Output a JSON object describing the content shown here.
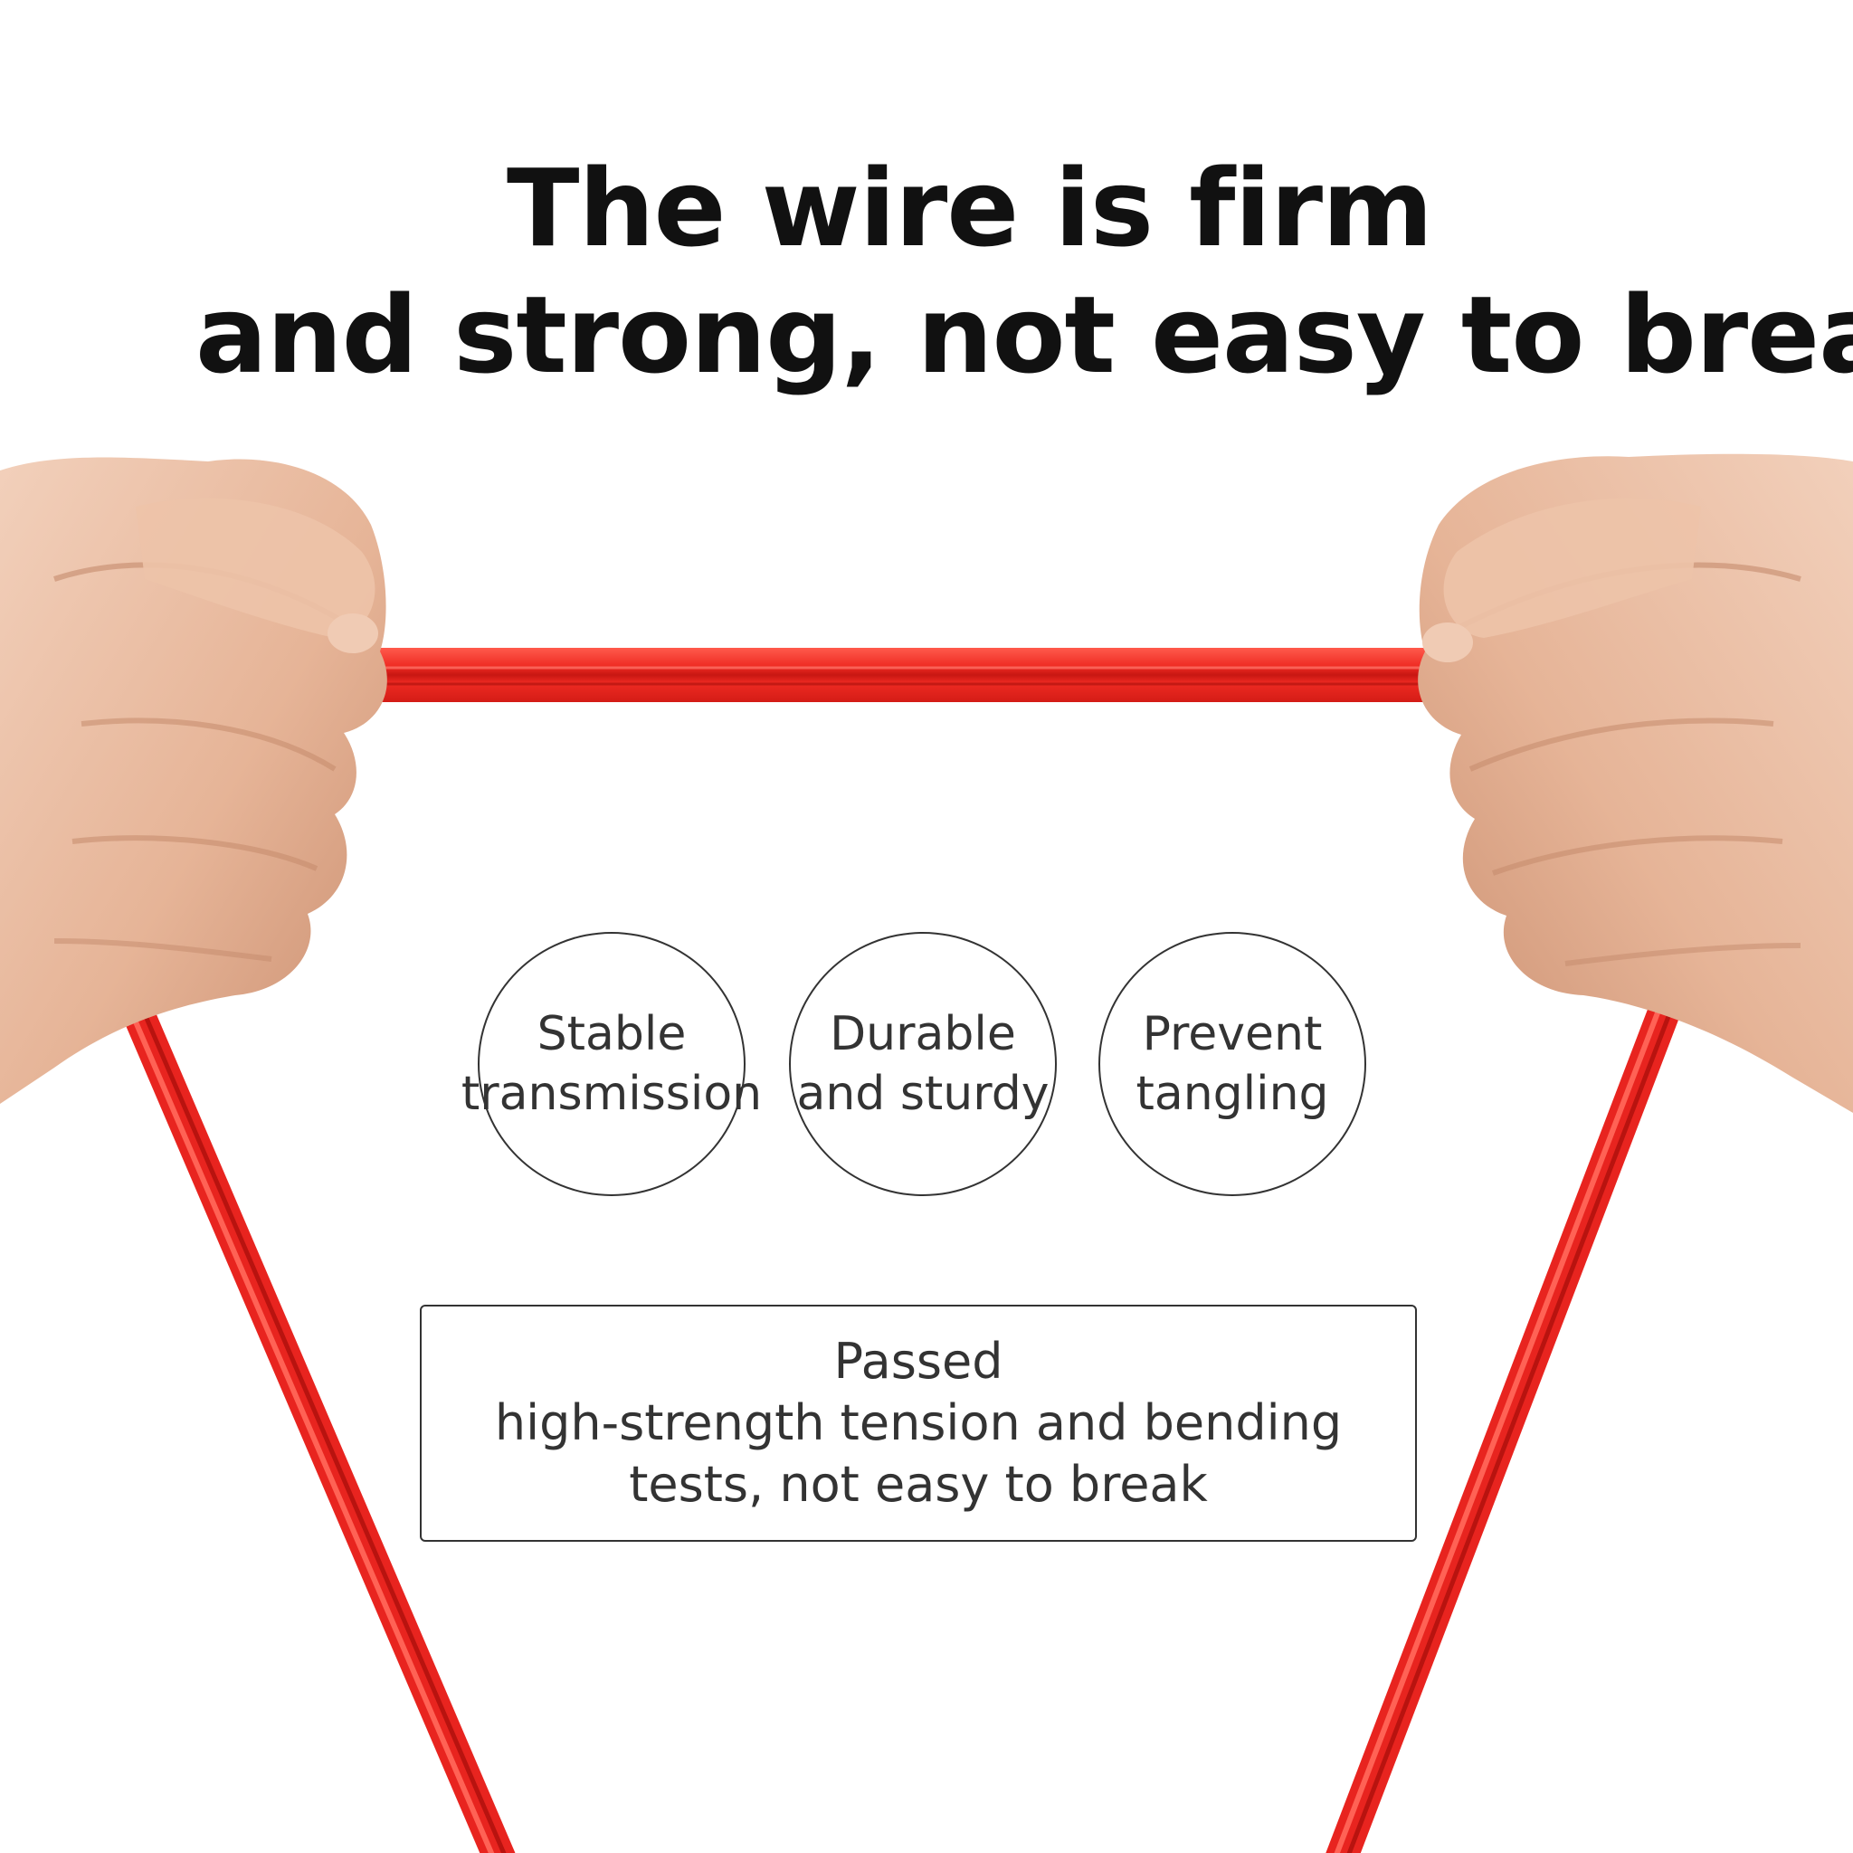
{
  "headline": {
    "line1": "The wire is firm",
    "line2": "and strong, not easy to break"
  },
  "features": [
    {
      "line1": "Stable",
      "line2": "transmission"
    },
    {
      "line1": "Durable",
      "line2": "and sturdy"
    },
    {
      "line1": "Prevent",
      "line2": "tangling"
    }
  ],
  "test_box": {
    "line1": "Passed",
    "line2": "high-strength tension and bending",
    "line3": "tests, not easy to break"
  },
  "colors": {
    "cable_red": "#e8241f",
    "skin": "#e9bb9f",
    "text_dark": "#111111",
    "outline": "#333333"
  },
  "icons": [
    "left-hand-icon",
    "right-hand-icon",
    "red-cable"
  ]
}
